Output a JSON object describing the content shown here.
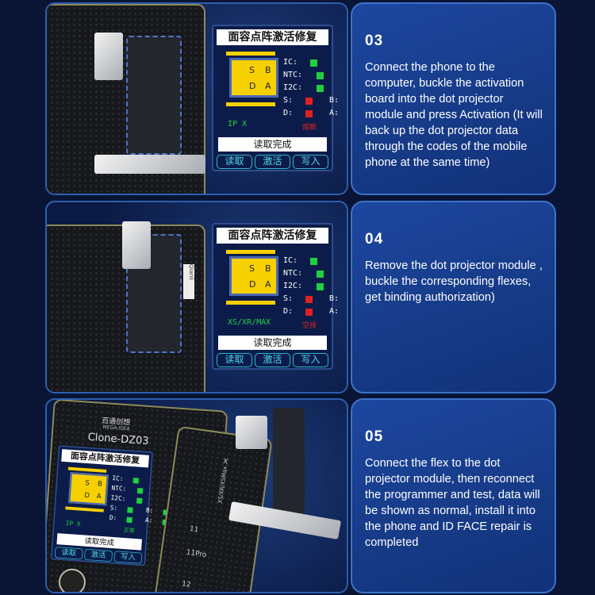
{
  "steps": [
    {
      "number": "03",
      "text": "Connect the phone to the computer, buckle the activation board into the dot projector module and press Activation (It will back up the dot projector data through the codes of the mobile phone at the same time)",
      "screen": {
        "title": "面容点阵激活修复",
        "chip": [
          "S",
          "B",
          "D",
          "A"
        ],
        "labels": [
          "IC:",
          "NTC:",
          "I2C:",
          "S:",
          "B:",
          "D:",
          "A:"
        ],
        "indicators": [
          "green",
          "green",
          "green",
          "red",
          "red",
          "red",
          "red"
        ],
        "model": "IP X",
        "state": "熔断",
        "status": "读取完成",
        "buttons": [
          "读取",
          "激活",
          "写入"
        ]
      }
    },
    {
      "number": "04",
      "text": "Remove the dot projector module , buckle the corresponding flexes, get binding authorization)",
      "screen": {
        "title": "面容点阵激活修复",
        "chip": [
          "S",
          "B",
          "D",
          "A"
        ],
        "labels": [
          "IC:",
          "NTC:",
          "I2C:",
          "S:",
          "B:",
          "D:",
          "A:"
        ],
        "indicators": [
          "green",
          "green",
          "green",
          "red",
          "red",
          "red",
          "red"
        ],
        "model": "XS/XR/MAX",
        "state": "空排",
        "status": "读取完成",
        "buttons": [
          "读取",
          "激活",
          "写入"
        ]
      }
    },
    {
      "number": "05",
      "text": "Connect the flex to the dot projector module, then reconnect the programmer and test, data will be shown as normal, install it into the phone and ID FACE repair is completed",
      "screen": {
        "title": "面容点阵激活修复",
        "chip": [
          "S",
          "B",
          "D",
          "A"
        ],
        "labels": [
          "IC:",
          "NTC:",
          "I2C:",
          "S:",
          "B:",
          "D:",
          "A:"
        ],
        "indicators": [
          "green",
          "green",
          "green",
          "green",
          "green",
          "green",
          "green"
        ],
        "model": "IP X",
        "state": "正常",
        "status": "读取完成",
        "buttons": [
          "读取",
          "激活",
          "写入"
        ]
      }
    }
  ],
  "device": {
    "brand": "百通创想",
    "brand_en": "MEGA-IDEA",
    "model": "Clone-DZ03",
    "board_labels": [
      "X",
      "XS/XR/XSMax",
      "11",
      "11Pro",
      "12"
    ],
    "flex_label": "Qianli"
  },
  "colors": {
    "background": "#0a1434",
    "card": "#1d47a0",
    "border": "#3a73cc",
    "ok": "#20d040",
    "fail": "#e02020"
  }
}
